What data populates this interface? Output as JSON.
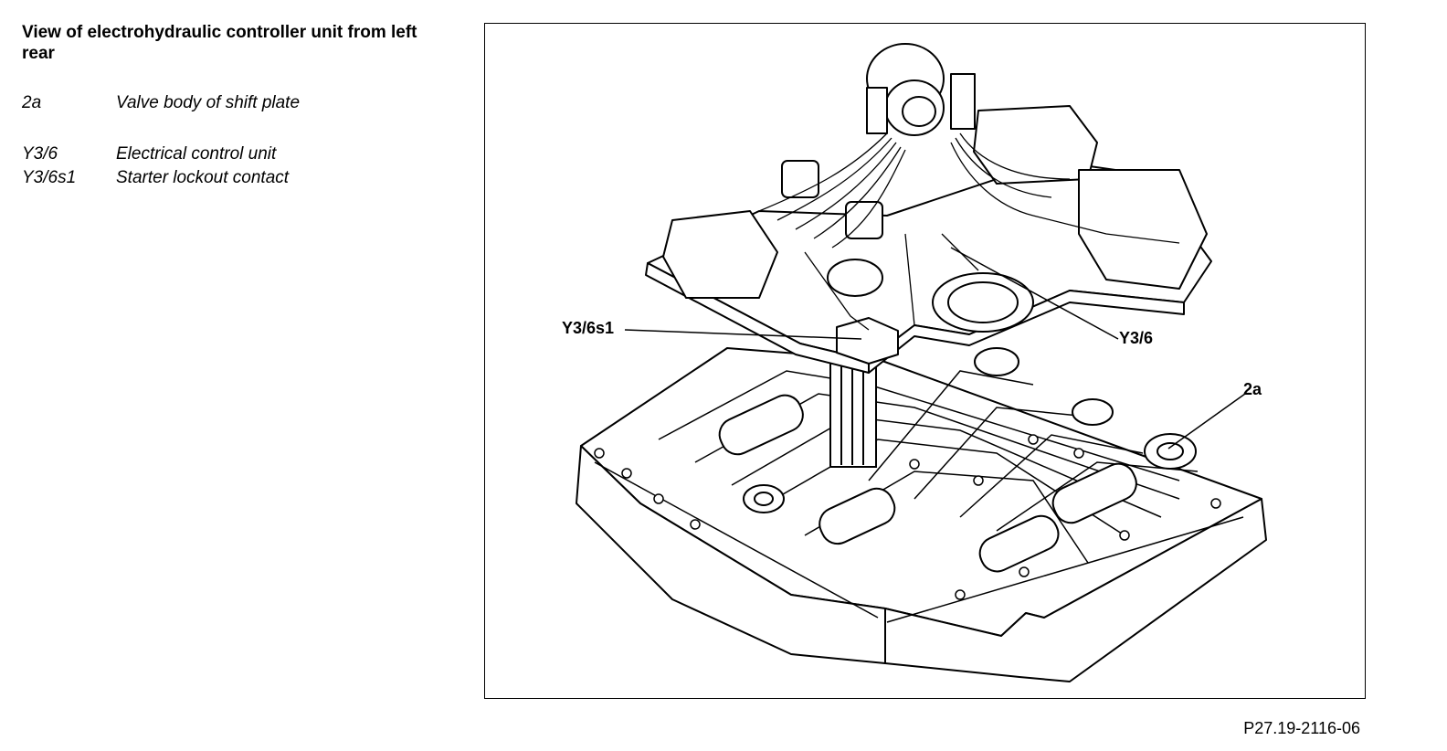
{
  "title": "View of electrohydraulic controller unit from left rear",
  "legend": [
    {
      "code": "2a",
      "desc": "Valve body of shift plate"
    },
    {
      "code": "Y3/6",
      "desc": "Electrical control unit"
    },
    {
      "code": "Y3/6s1",
      "desc": "Starter lockout contact"
    }
  ],
  "callouts": {
    "y36s1": "Y3/6s1",
    "y36": "Y3/6",
    "a2": "2a"
  },
  "figure_id": "P27.19-2116-06"
}
